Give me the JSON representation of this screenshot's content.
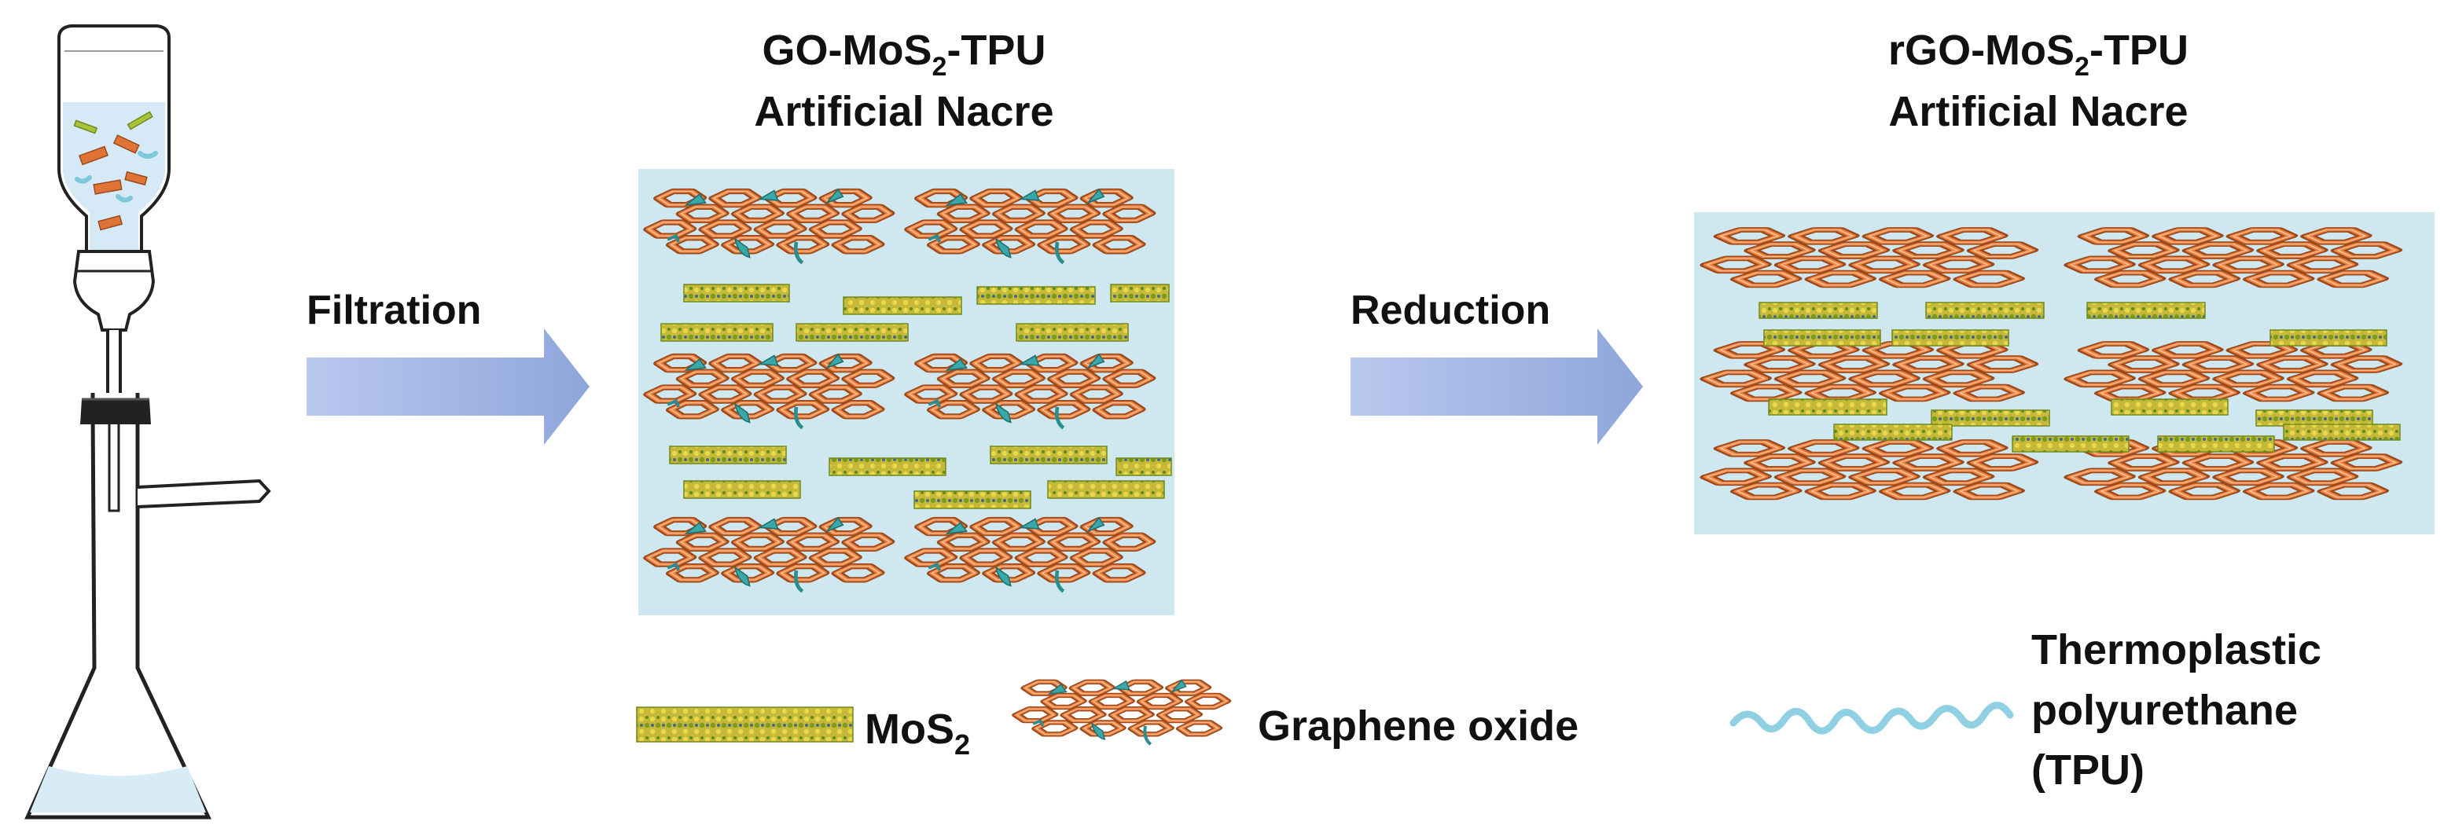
{
  "colors": {
    "panel_bg": "#cfe8f0",
    "hex_stroke": "#e07436",
    "hex_edge": "#9a4a1c",
    "tpu": "#7ec8dc",
    "mos2_green": "#8fae2c",
    "mos2_yellow": "#e8d84a",
    "arrow": "#a9b9e4",
    "liquid": "#d7ecf7"
  },
  "icons": {
    "funnel": "filtration-funnel-icon",
    "flask": "filter-flask-icon",
    "arrow": "process-arrow-icon",
    "graphene": "graphene-oxide-sheet-icon",
    "mos2": "mos2-layer-icon",
    "tpu": "tpu-chain-icon"
  },
  "steps": {
    "filtration": "Filtration",
    "reduction": "Reduction"
  },
  "panels": {
    "go": {
      "title_prefix": "GO-MoS",
      "title_sub": "2",
      "title_suffix": "-TPU",
      "title_line2": "Artificial Nacre"
    },
    "rgo": {
      "title_prefix": "rGO-MoS",
      "title_sub": "2",
      "title_suffix": "-TPU",
      "title_line2": "Artificial Nacre"
    }
  },
  "legend": {
    "mos2_prefix": "MoS",
    "mos2_sub": "2",
    "graphene": "Graphene oxide",
    "tpu_line1": "Thermoplastic",
    "tpu_line2": "polyurethane",
    "tpu_line3": "(TPU)"
  }
}
